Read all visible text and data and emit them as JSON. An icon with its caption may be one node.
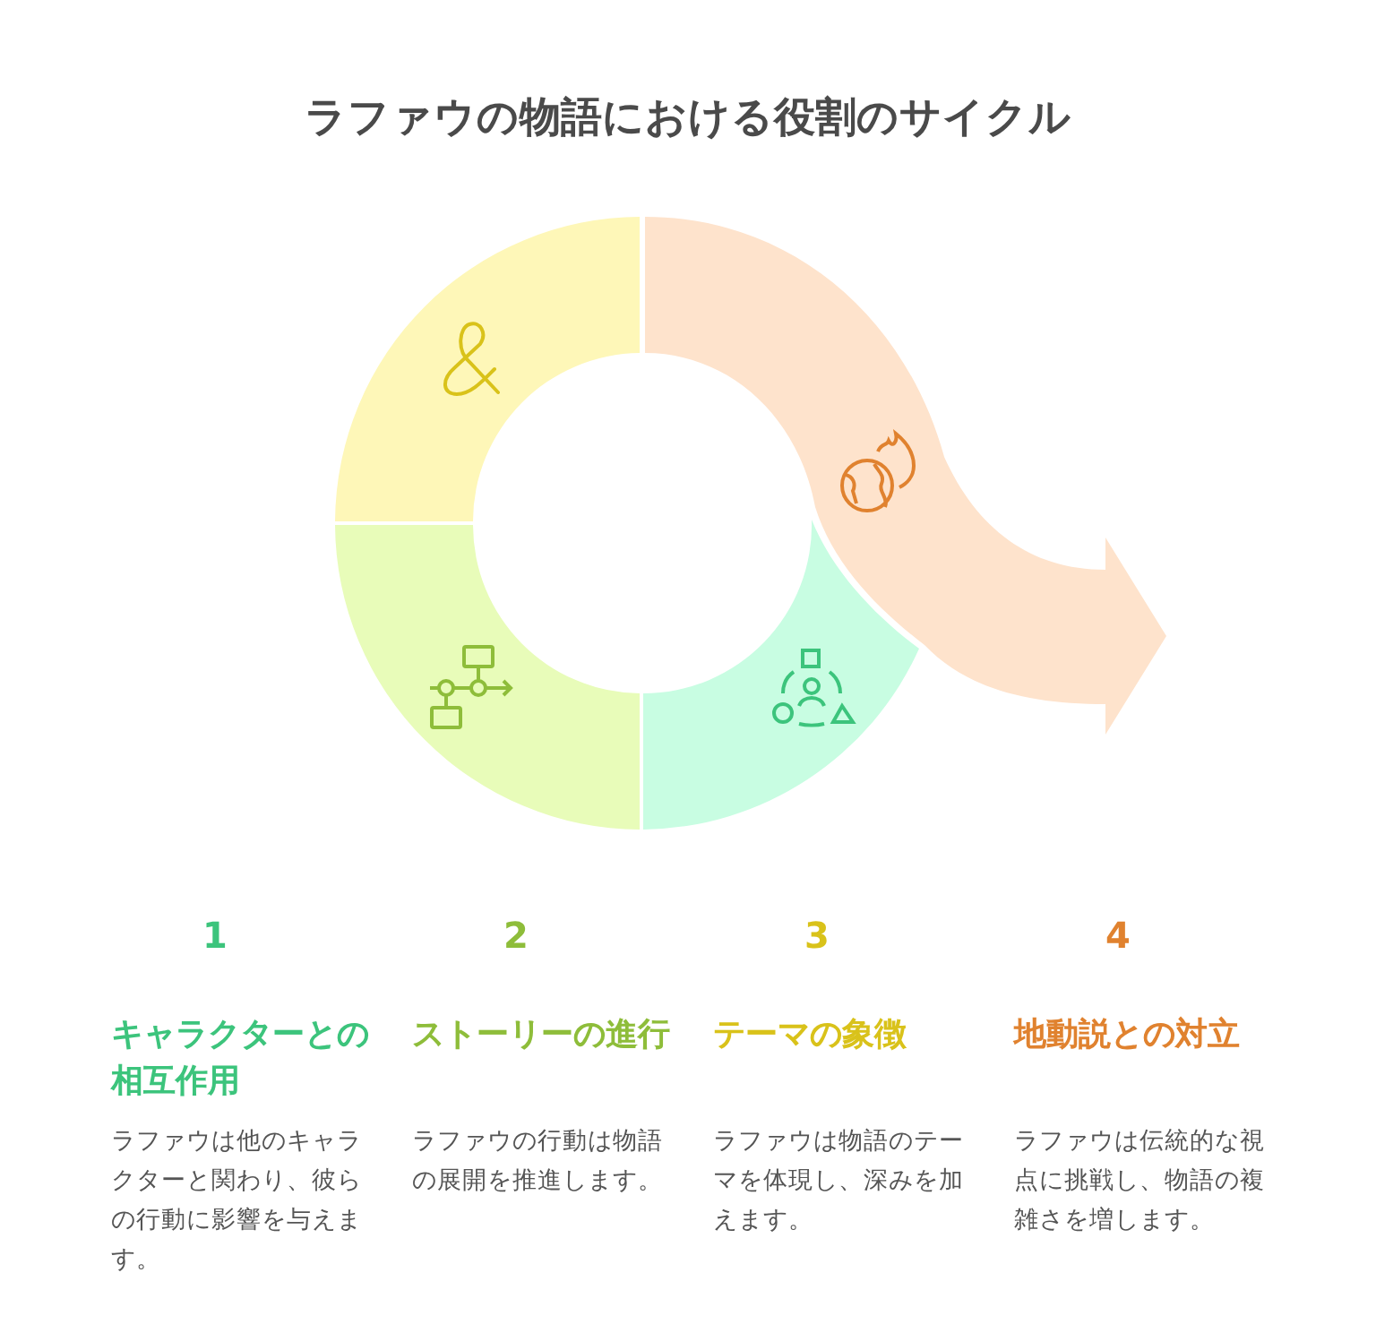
{
  "diagram": {
    "title": "ラファウの物語における役割のサイクル",
    "labels": [
      "1",
      "キャラクターとの相互作用",
      "ラファウは他のキャラクターと関わり、彼らの行動に影響を与えます。",
      "2",
      "ストーリーの進行",
      "ラファウの行動は物語の展開を推進します。",
      "3",
      "テーマの象徴",
      "ラファウは物語のテーマを体現し、深みを加えます。",
      "4",
      "地動説との対立",
      "ラファウは伝統的な視点に挑戦し、物語の複雑さを増します。"
    ]
  }
}
